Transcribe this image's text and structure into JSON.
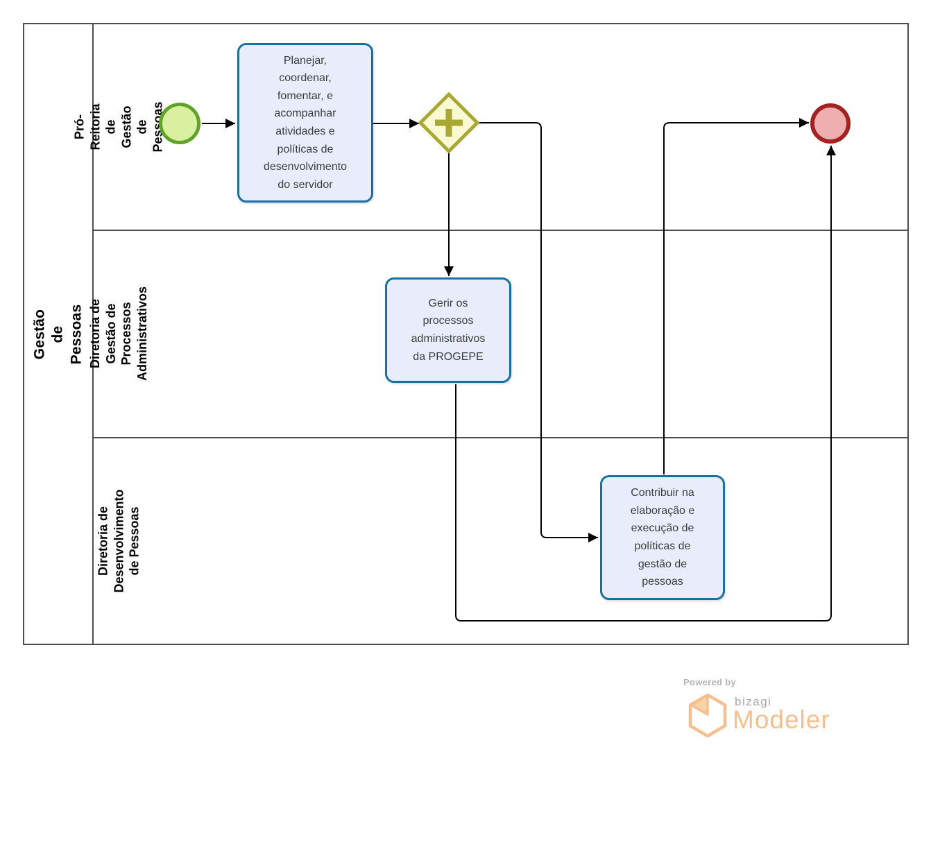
{
  "pool": {
    "title": "Gestão de Pessoas",
    "lanes": [
      {
        "label": "Pró-Reitoria de Gestão de\nPessoas"
      },
      {
        "label": "Diretoria de Gestão de\nProcessos Administrativos"
      },
      {
        "label": "Diretoria de Desenvolvimento\nde Pessoas"
      }
    ]
  },
  "nodes": {
    "start_event": {
      "type": "start-event"
    },
    "task_planejar": {
      "label": "Planejar,\ncoordenar,\nfomentar, e\nacompanhar\natividades e\npolíticas de\ndesenvolvimento\ndo servidor"
    },
    "gateway_parallel": {
      "type": "parallel-gateway"
    },
    "task_gerir": {
      "label": "Gerir os\nprocessos\nadministrativos\nda PROGEPE"
    },
    "task_contribuir": {
      "label": "Contribuir na\nelaboração e\nexecução de\npolíticas de\ngestão de\npessoas"
    },
    "end_event": {
      "type": "end-event"
    }
  },
  "icons": {
    "parallel_gateway": "plus-in-diamond",
    "start_event": "thin-circle",
    "end_event": "thick-circle",
    "bizagi_logo": "hexagon-cube"
  },
  "footer": {
    "powered_by": "Powered by",
    "brand": "bizagi",
    "product": "Modeler"
  },
  "colors": {
    "frame": "#4d4d4d",
    "flow": "#000000",
    "task_fill": "#e9edfb",
    "task_border": "#17719f",
    "start_fill": "#d9f0a1",
    "start_border": "#5fa428",
    "gateway_fill": "#f9f9d4",
    "gateway_border": "#a8a832",
    "end_fill": "#f0afaf",
    "end_border": "#a32323",
    "brand_orange": "#f5c08e",
    "brand_gray": "#a8a8a8"
  }
}
